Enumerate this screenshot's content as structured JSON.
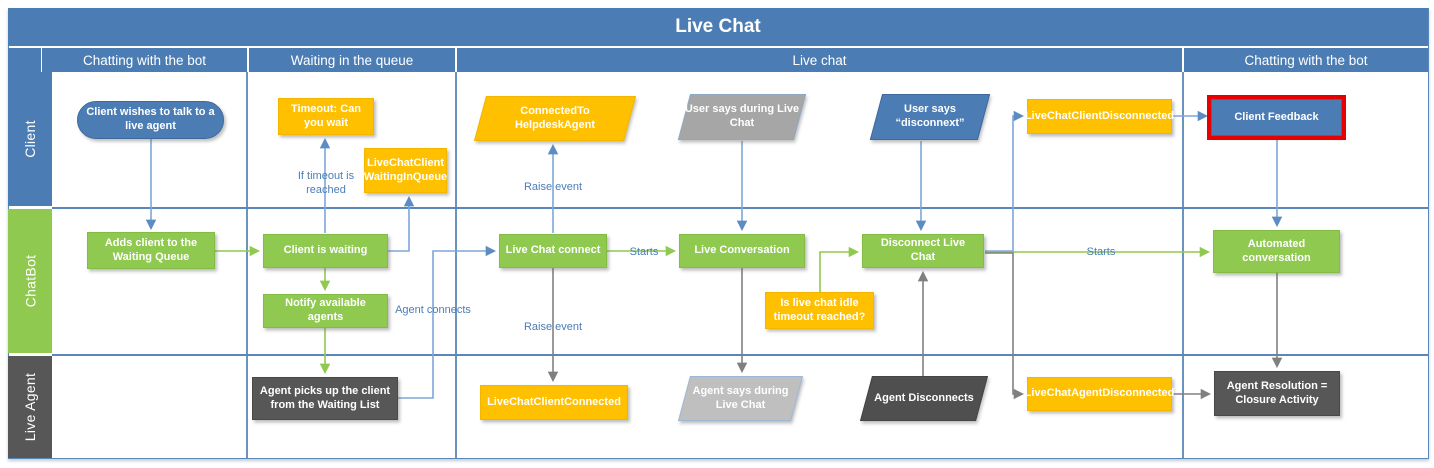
{
  "title": "Live Chat",
  "phases": [
    {
      "label": "Chatting with the bot"
    },
    {
      "label": "Waiting in the queue"
    },
    {
      "label": "Live chat"
    },
    {
      "label": "Chatting with the bot"
    }
  ],
  "lanes": [
    {
      "label": "Client"
    },
    {
      "label": "ChatBot"
    },
    {
      "label": "Live Agent"
    }
  ],
  "nodes": {
    "clientWish": {
      "text": "Client wishes to talk to a live agent"
    },
    "timeoutCanYouWait": {
      "text": "Timeout: Can you wait"
    },
    "lccWaitingInQueue": {
      "text": "LiveChatClient WaitingInQueue"
    },
    "connectedToHelpdesk": {
      "text": "ConnectedTo HelpdeskAgent"
    },
    "userSaysDuring": {
      "text": "User says during Live Chat"
    },
    "userSaysDisconnect": {
      "text": "User says “disconnext”"
    },
    "lccDisconnected": {
      "text": "LiveChatClientDisconnected"
    },
    "clientFeedback": {
      "text": "Client Feedback"
    },
    "addsClient": {
      "text": "Adds client to the Waiting Queue"
    },
    "clientIsWaiting": {
      "text": "Client is waiting"
    },
    "notifyAgents": {
      "text": "Notify available agents"
    },
    "liveChatConnect": {
      "text": "Live Chat connect"
    },
    "liveConversation": {
      "text": "Live Conversation"
    },
    "idleTimeout": {
      "text": "Is live chat idle timeout reached?"
    },
    "disconnectLiveChat": {
      "text": "Disconnect Live Chat"
    },
    "automatedConversation": {
      "text": "Automated conversation"
    },
    "agentPicksUp": {
      "text": "Agent picks up the client from the Waiting List"
    },
    "lccConnected": {
      "text": "LiveChatClientConnected"
    },
    "agentSaysDuring": {
      "text": "Agent says during Live Chat"
    },
    "agentDisconnects": {
      "text": "Agent Disconnects"
    },
    "lcaDisconnected": {
      "text": "LiveChatAgentDisconnected"
    },
    "agentResolution": {
      "text": "Agent Resolution = Closure Activity"
    }
  },
  "edgeLabels": {
    "ifTimeout": "If timeout is reached",
    "raiseEvent1": "Raise event",
    "raiseEvent2": "Raise event",
    "starts1": "Starts",
    "starts2": "Starts",
    "agentConnects": "Agent connects"
  },
  "colors": {
    "accentBlue": "#4b7db4",
    "green": "#8fc94f",
    "orange": "#ffc000",
    "grayMid": "#a6a6a6",
    "grayLight": "#bfbfbf",
    "grayDark": "#575757",
    "connectorBlue": "#7da7d9",
    "connectorGray": "#808080",
    "highlightRed": "#e60000"
  }
}
